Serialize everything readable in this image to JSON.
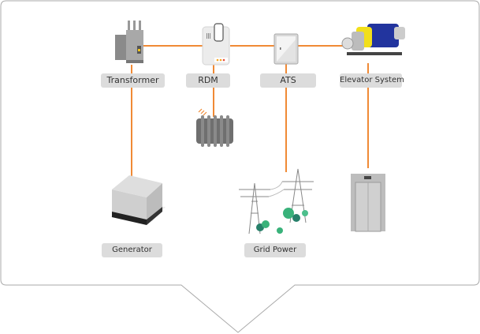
{
  "diagram": {
    "connector_color": "#f08a35",
    "frame_border_color": "#aaaaaa",
    "label_bg": "#dcdcdc",
    "nodes": [
      {
        "id": "transformer",
        "label": "Transformer",
        "icon": "transformer-icon"
      },
      {
        "id": "rdm",
        "label": "RDM",
        "icon": "rdm-device-icon"
      },
      {
        "id": "ats",
        "label": "ATS",
        "icon": "ats-cabinet-icon"
      },
      {
        "id": "elevator-system",
        "label": "Elevator System",
        "icon": "elevator-motor-icon"
      },
      {
        "id": "radiator",
        "label": "",
        "icon": "radiator-icon"
      },
      {
        "id": "generator",
        "label": "Generator",
        "icon": "generator-icon"
      },
      {
        "id": "grid-power",
        "label": "Grid Power",
        "icon": "power-tower-icon"
      },
      {
        "id": "elevator-car",
        "label": "",
        "icon": "elevator-door-icon"
      }
    ],
    "edges": [
      [
        "transformer",
        "rdm"
      ],
      [
        "rdm",
        "ats"
      ],
      [
        "ats",
        "elevator-system"
      ],
      [
        "transformer",
        "generator"
      ],
      [
        "rdm",
        "radiator"
      ],
      [
        "ats",
        "grid-power"
      ],
      [
        "elevator-system",
        "elevator-car"
      ]
    ]
  }
}
